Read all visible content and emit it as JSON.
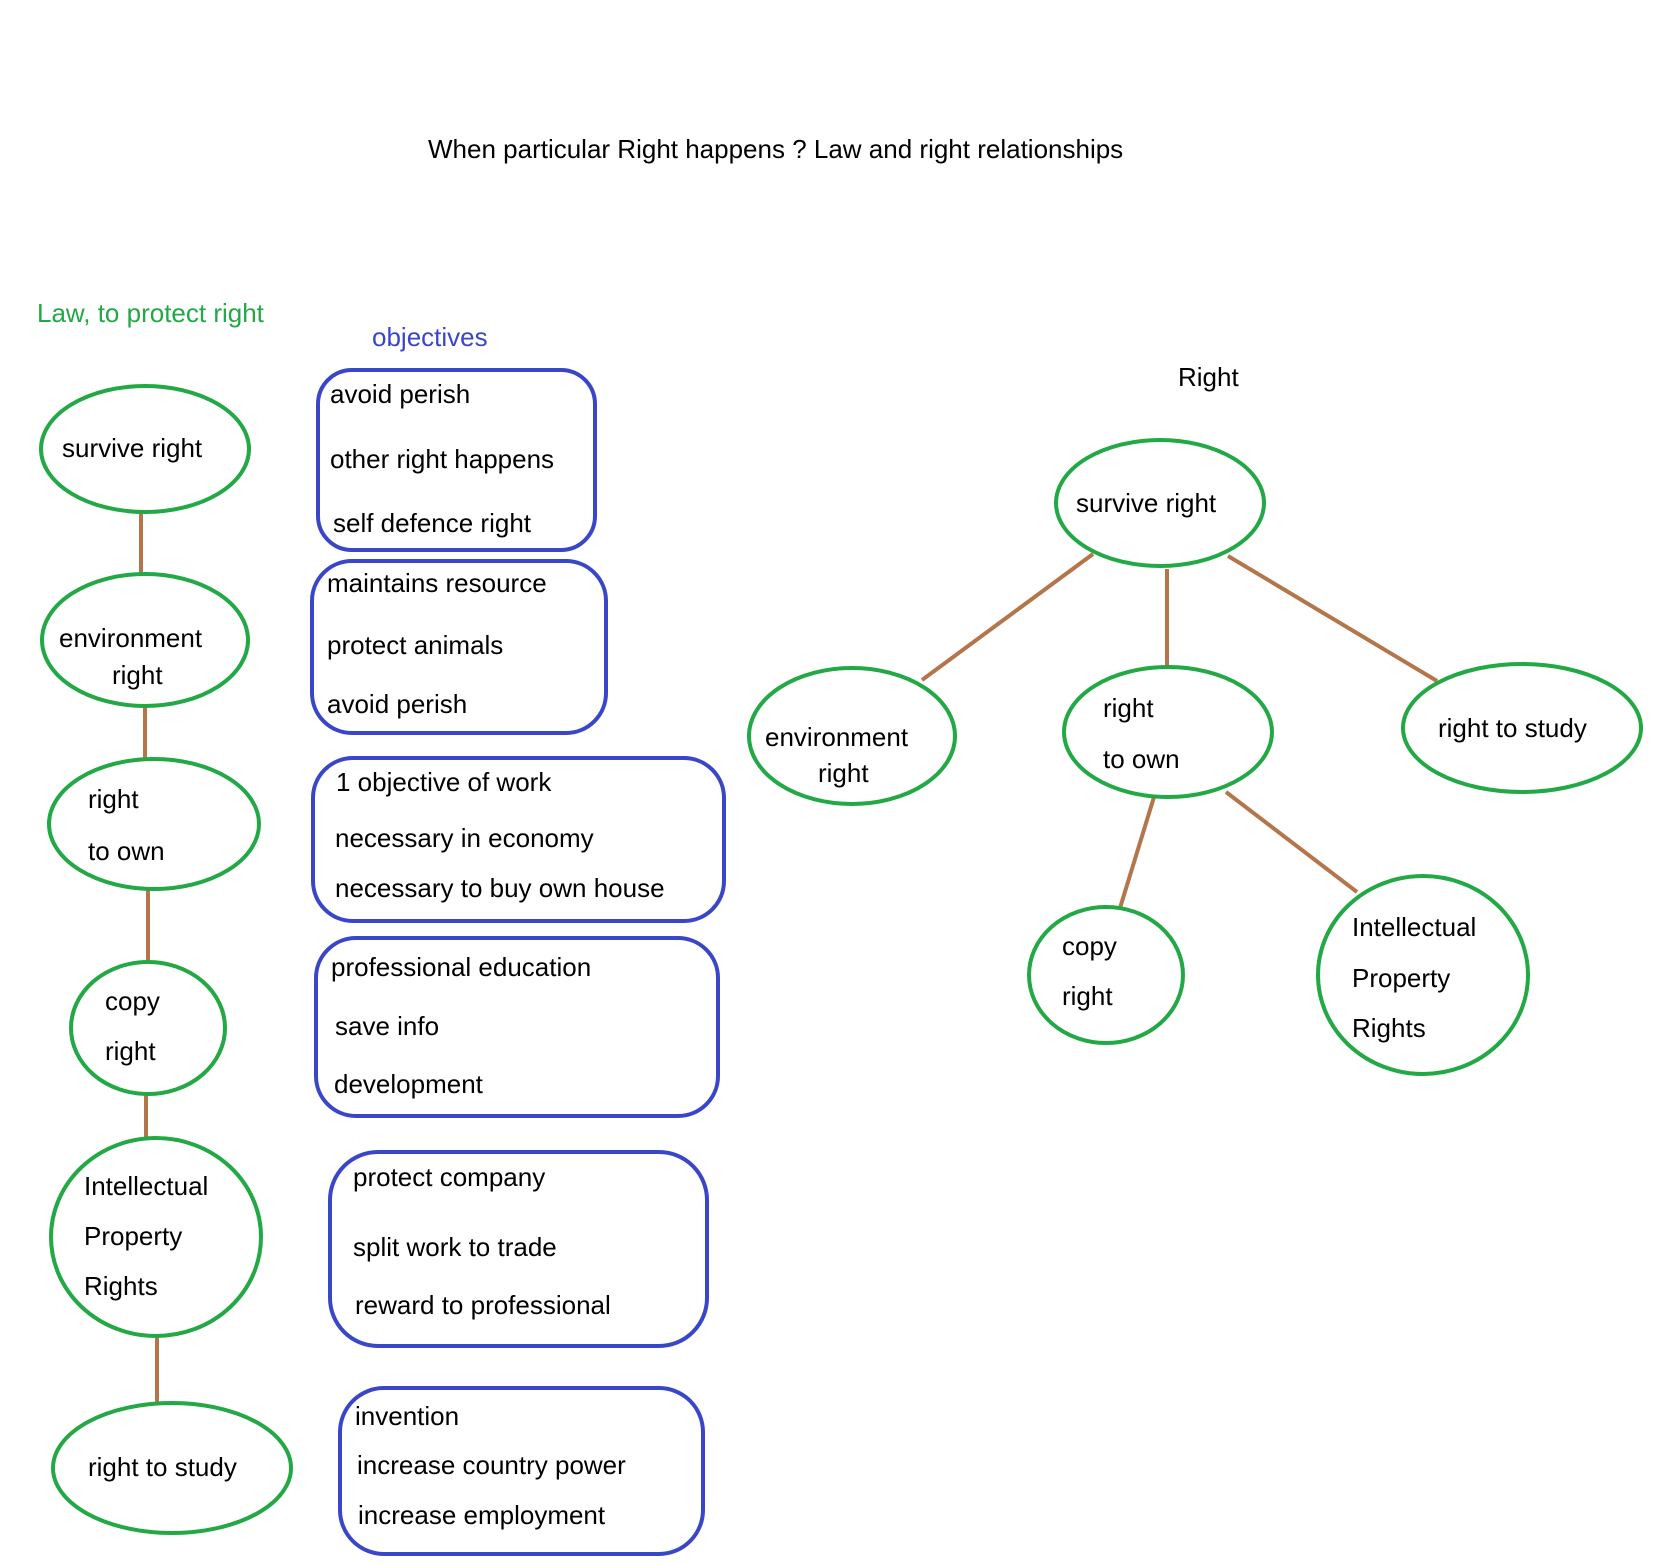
{
  "title": "When particular Right happens ? Law and right relationships",
  "headings": {
    "law": "Law, to protect right",
    "objectives": "objectives",
    "right": "Right"
  },
  "colors": {
    "node_outline": "#22a845",
    "box_outline": "#3a46c8",
    "connector": "#b5754a",
    "law_heading": "#22a845",
    "objectives_heading": "#3a46c8"
  },
  "chain_nodes": [
    {
      "id": "survive",
      "lines": [
        "survive right"
      ]
    },
    {
      "id": "environment",
      "lines": [
        "environment",
        "right"
      ]
    },
    {
      "id": "own",
      "lines": [
        "right",
        "to own"
      ]
    },
    {
      "id": "copy",
      "lines": [
        "copy",
        "right"
      ]
    },
    {
      "id": "ipr",
      "lines": [
        "Intellectual",
        "Property",
        "Rights"
      ]
    },
    {
      "id": "study",
      "lines": [
        "right to study"
      ]
    }
  ],
  "objective_boxes": [
    {
      "items": [
        "avoid perish",
        "other right happens",
        "self defence right"
      ]
    },
    {
      "items": [
        "maintains resource",
        "protect animals",
        "avoid perish"
      ]
    },
    {
      "items": [
        "1 objective of work",
        "necessary in economy",
        "necessary to buy own house"
      ]
    },
    {
      "items": [
        "professional education",
        "save info",
        "development"
      ]
    },
    {
      "items": [
        "protect company",
        "split work to trade",
        "reward to professional"
      ]
    },
    {
      "items": [
        "invention",
        "increase country power",
        "increase employment"
      ]
    }
  ],
  "tree_nodes": [
    {
      "id": "survive",
      "lines": [
        "survive right"
      ]
    },
    {
      "id": "environment",
      "lines": [
        "environment",
        "right"
      ]
    },
    {
      "id": "own",
      "lines": [
        "right",
        "to own"
      ]
    },
    {
      "id": "study",
      "lines": [
        "right to study"
      ]
    },
    {
      "id": "copy",
      "lines": [
        "copy",
        "right"
      ]
    },
    {
      "id": "ipr",
      "lines": [
        "Intellectual",
        "Property",
        "Rights"
      ]
    }
  ],
  "tree_edges": [
    {
      "from": "survive",
      "to": "environment"
    },
    {
      "from": "survive",
      "to": "own"
    },
    {
      "from": "survive",
      "to": "study"
    },
    {
      "from": "own",
      "to": "copy"
    },
    {
      "from": "own",
      "to": "ipr"
    }
  ]
}
